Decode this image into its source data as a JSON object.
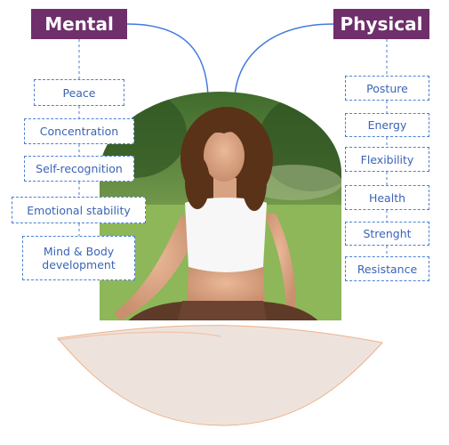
{
  "mental": {
    "title": "Mental",
    "items": [
      "Peace",
      "Concentration",
      "Self-recognition",
      "Emotional stability",
      "Mind & Body\ndevelopment"
    ]
  },
  "physical": {
    "title": "Physical",
    "items": [
      "Posture",
      "Energy",
      "Flexibility",
      "Health",
      "Strenght",
      "Resistance"
    ]
  },
  "colors": {
    "header_bg": "#6e2f6b",
    "accent_blue": "#4a7fd6",
    "text_blue": "#3a63b6",
    "base_beige": "#eee3dc"
  }
}
